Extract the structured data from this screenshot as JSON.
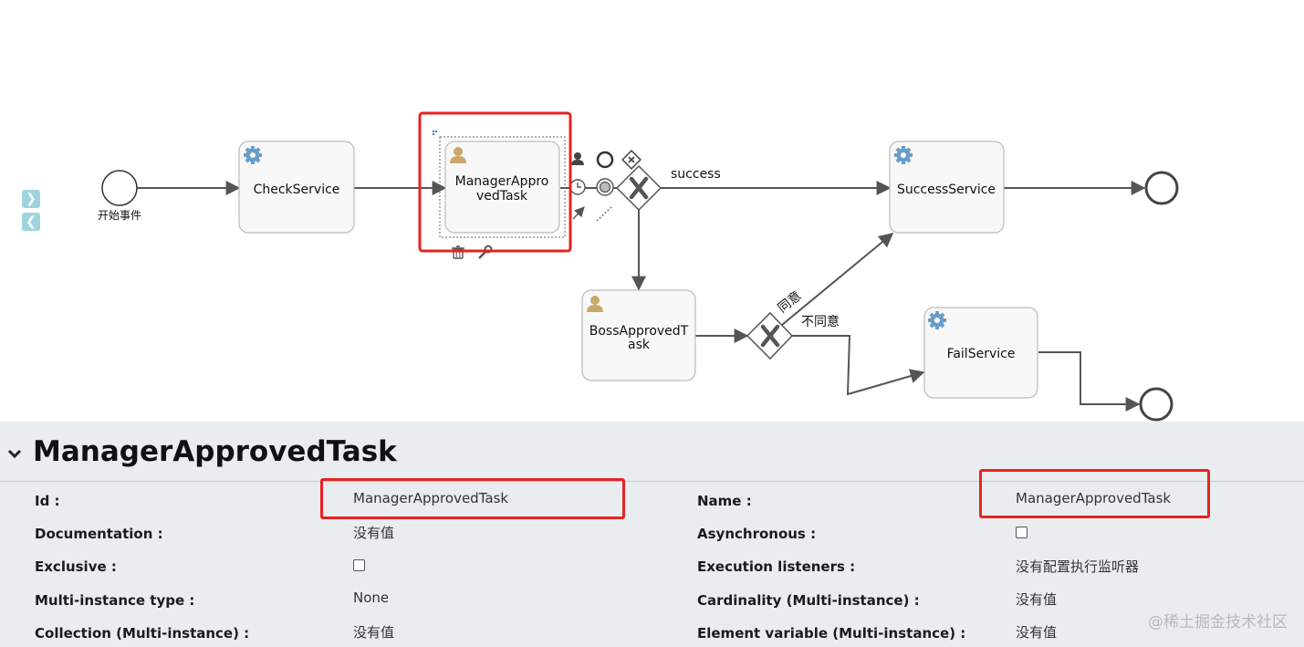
{
  "diagram": {
    "start_event_label": "开始事件",
    "tasks": {
      "check_service": "CheckService",
      "manager_approved_task_line1": "ManagerAppro",
      "manager_approved_task_line2": "vedTask",
      "boss_approved_task_line1": "BossApprovedT",
      "boss_approved_task_line2": "ask",
      "success_service": "SuccessService",
      "fail_service": "FailService"
    },
    "flows": {
      "success": "success",
      "agree": "同意",
      "disagree": "不同意"
    },
    "palette_toggles": {
      "expand": "❯",
      "collapse": "❮"
    }
  },
  "properties": {
    "title": "ManagerApprovedTask",
    "left": [
      {
        "label": "Id :",
        "value": "ManagerApprovedTask",
        "type": "text"
      },
      {
        "label": "Documentation :",
        "value": "没有值",
        "type": "text"
      },
      {
        "label": "Exclusive :",
        "value": "",
        "type": "checkbox"
      },
      {
        "label": "Multi-instance type :",
        "value": "None",
        "type": "text"
      },
      {
        "label": "Collection (Multi-instance) :",
        "value": "没有值",
        "type": "text"
      }
    ],
    "right": [
      {
        "label": "Name :",
        "value": "ManagerApprovedTask",
        "type": "text"
      },
      {
        "label": "Asynchronous :",
        "value": "",
        "type": "checkbox"
      },
      {
        "label": "Execution listeners :",
        "value": "没有配置执行监听器",
        "type": "text"
      },
      {
        "label": "Cardinality (Multi-instance) :",
        "value": "没有值",
        "type": "text"
      },
      {
        "label": "Element variable (Multi-instance) :",
        "value": "没有值",
        "type": "text"
      }
    ]
  },
  "watermark": "@稀土掘金技术社区",
  "colors": {
    "highlight": "#e8221f",
    "task_fill": "#f8f8f8",
    "task_stroke": "#bbbbbb",
    "flow": "#555555",
    "gear": "#6a9ec9",
    "user": "#c9a86a",
    "panel_bg": "#e9edf0"
  }
}
